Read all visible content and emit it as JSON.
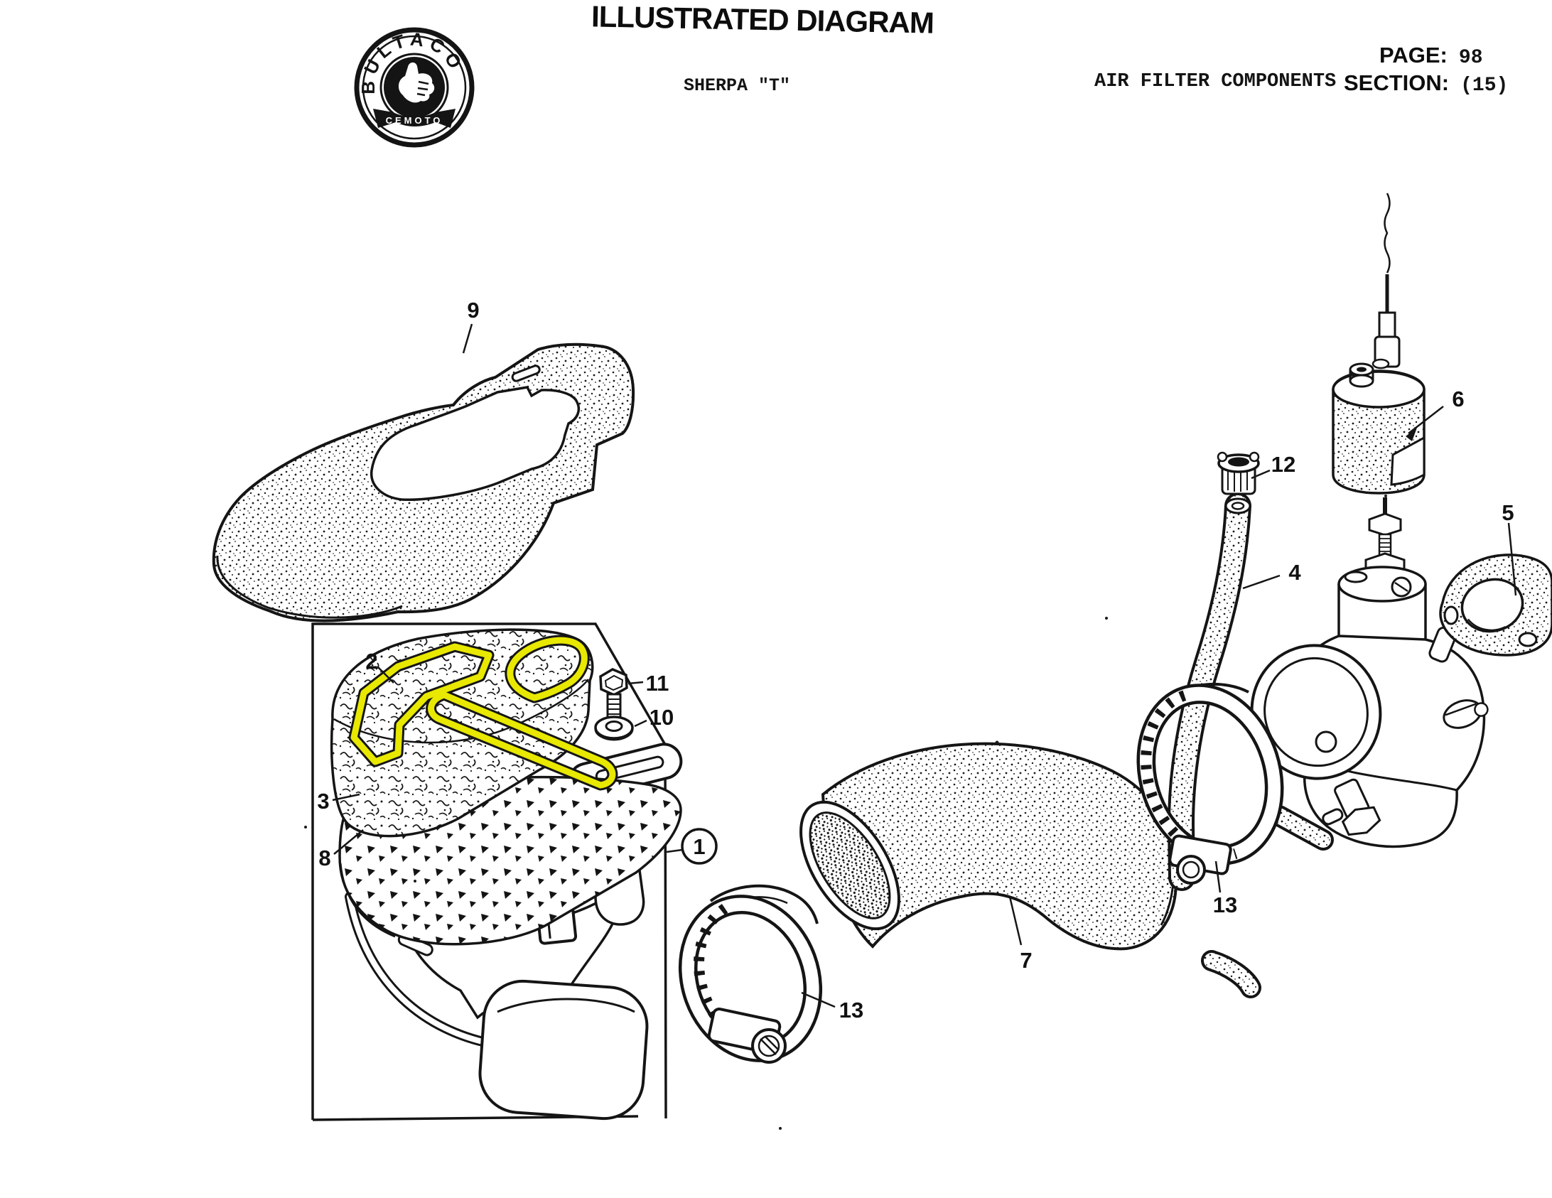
{
  "colors": {
    "paper": "#ffffff",
    "ink": "#141414",
    "gasket_highlight_yellow": "#e8e800"
  },
  "header": {
    "title": "ILLUSTRATED DIAGRAM",
    "model": "SHERPA \"T\"",
    "component_title": "AIR FILTER COMPONENTS",
    "page_label": "PAGE:",
    "page_value": "98",
    "section_label": "SECTION:",
    "section_value": "(15)"
  },
  "logo": {
    "brand": "BULTACO",
    "banner": "CEMOTO",
    "icon": "thumbs-up-hand-icon"
  },
  "callouts": {
    "c1": "1",
    "c2": "2",
    "c3": "3",
    "c4": "4",
    "c5": "5",
    "c6": "6",
    "c7": "7",
    "c8": "8",
    "c9": "9",
    "c10": "10",
    "c11": "11",
    "c12": "12",
    "c13a": "13",
    "c13b": "13"
  }
}
